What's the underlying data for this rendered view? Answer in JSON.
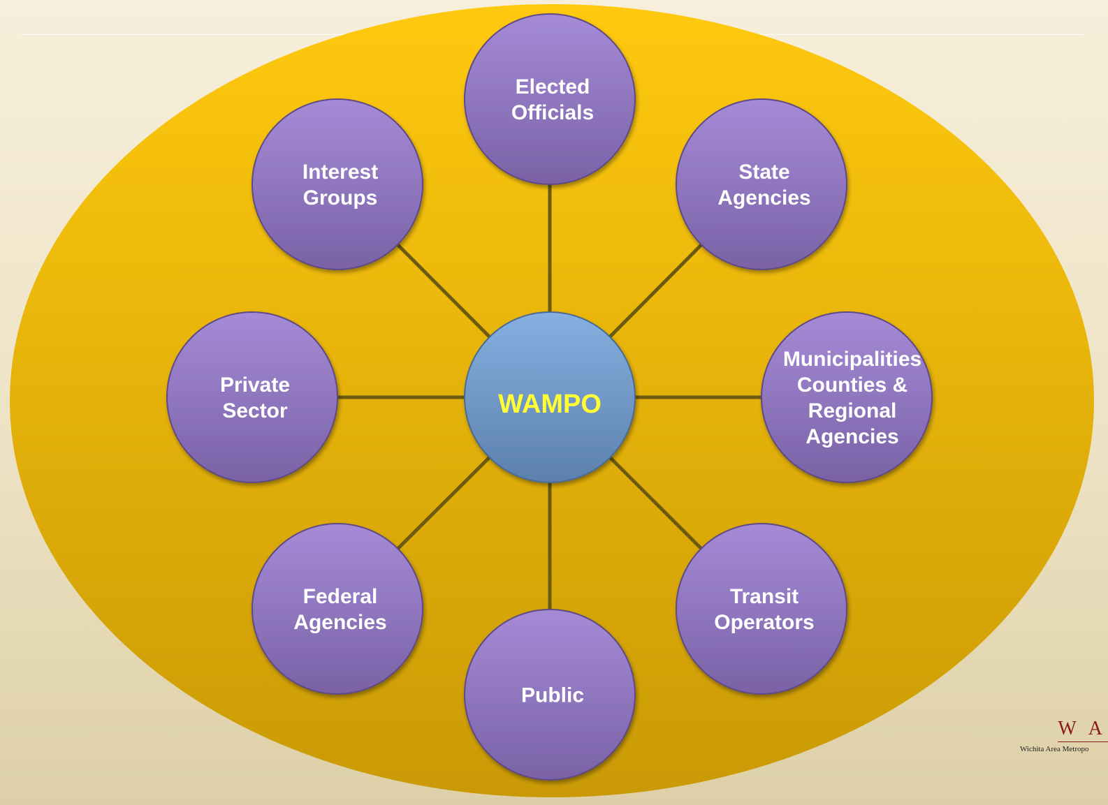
{
  "header": {
    "title": ""
  },
  "diagram": {
    "center": {
      "label": "WAMPO"
    },
    "nodes": [
      {
        "id": "elected-officials",
        "lines": [
          "Elected",
          "Officials"
        ]
      },
      {
        "id": "state-agencies",
        "lines": [
          "State",
          "Agencies"
        ]
      },
      {
        "id": "municipalities",
        "lines": [
          "Municipalities",
          "Counties &",
          "Regional",
          "Agencies"
        ]
      },
      {
        "id": "transit-operators",
        "lines": [
          "Transit",
          "Operators"
        ]
      },
      {
        "id": "public",
        "lines": [
          "Public"
        ]
      },
      {
        "id": "federal-agencies",
        "lines": [
          "Federal",
          "Agencies"
        ]
      },
      {
        "id": "private-sector",
        "lines": [
          "Private",
          "Sector"
        ]
      },
      {
        "id": "interest-groups",
        "lines": [
          "Interest",
          "Groups"
        ]
      }
    ]
  },
  "logo": {
    "mark": "W A",
    "subtitle": "Wichita Area Metropo"
  },
  "colors": {
    "ellipse": "#f2b800",
    "node": "#8f76bd",
    "center": "#6f96c8",
    "connector": "#6b5a10",
    "center_text": "#ffff33"
  }
}
